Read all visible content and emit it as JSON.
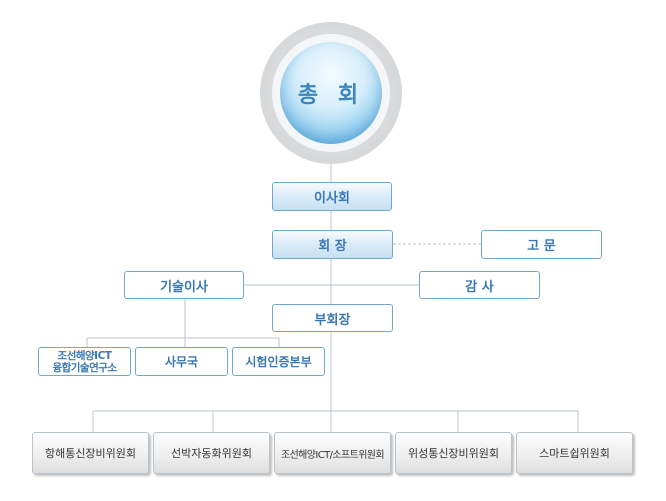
{
  "chart": {
    "general_assembly": "총 회",
    "board": "이사회",
    "chairman": "회 장",
    "advisor": "고 문",
    "tech_director": "기술이사",
    "auditor": "감 사",
    "vice_chairman": "부회장",
    "institute_line1": "조선해양ICT",
    "institute_line2": "융합기술연구소",
    "secretariat": "사무국",
    "testing_hq": "시험인증본부",
    "committees": [
      "항해통신장비위원회",
      "선박자동화위원회",
      "조선해양ICT/소프트위원회",
      "위성통신장비위원회",
      "스마트쉽위원회"
    ]
  },
  "colors": {
    "line": "#b9c6cf",
    "box_border": "#6fa8d2",
    "box_text": "#3a78b4",
    "circle_text": "#3b86bd"
  }
}
